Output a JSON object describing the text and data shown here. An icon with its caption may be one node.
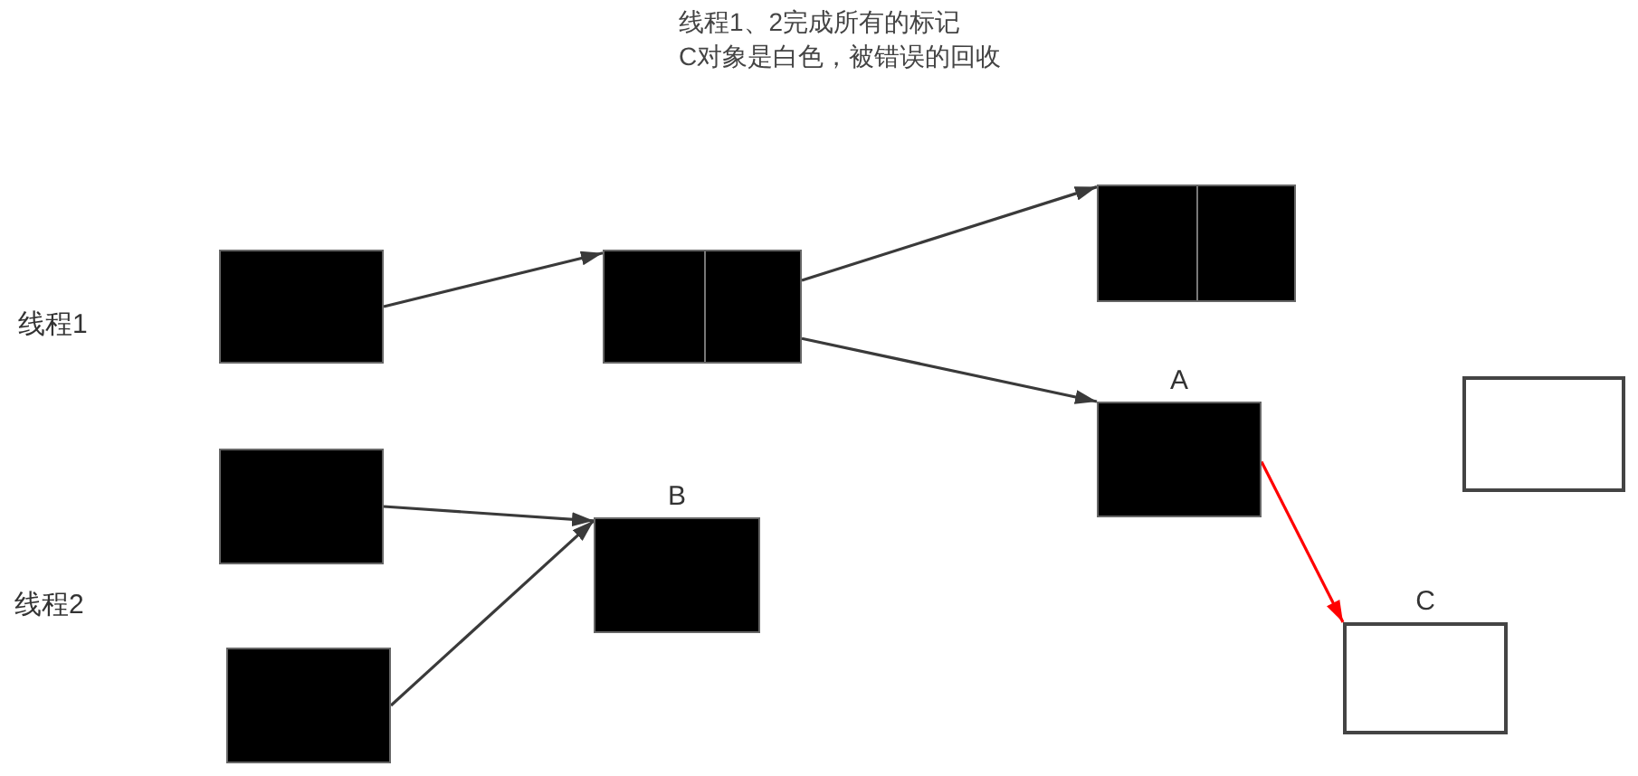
{
  "diagram": {
    "nodes": [
      {
        "text": [],
        "shape": "box"
      },
      {
        "text": [],
        "shape": "box"
      },
      {
        "text": [],
        "shape": "box"
      },
      {
        "text": [
          "A"
        ]
      },
      {
        "text": [],
        "shape": "box"
      },
      {
        "text": [],
        "shape": "box"
      },
      {
        "text": [],
        "shape": "box"
      },
      {
        "text": [
          "B"
        ]
      },
      {
        "text": [
          "C"
        ]
      }
    ],
    "edges": [
      {
        "from": 0,
        "to": 1,
        "arrow": "to"
      },
      {
        "from": 1,
        "to": 2,
        "arrow": "to"
      },
      {
        "from": 1,
        "to": 3,
        "arrow": "to"
      },
      {
        "from": 3,
        "to": 8,
        "arrow": "to",
        "color": "#ff0000"
      },
      {
        "from": 5,
        "to": 7,
        "arrow": "to"
      },
      {
        "from": 6,
        "to": 7,
        "arrow": "to"
      }
    ],
    "labels": [
      "线程1、2完成所有的标记",
      "C对象是白色，被错误的回收",
      "线程1",
      "线程2"
    ]
  }
}
